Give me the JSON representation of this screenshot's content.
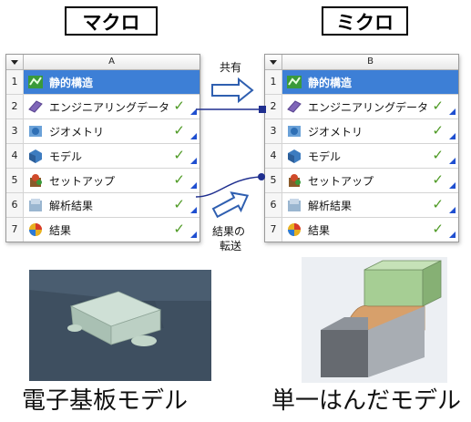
{
  "titles": {
    "macro": "マクロ",
    "micro": "ミクロ"
  },
  "left_system": {
    "column": "A",
    "rows": [
      {
        "num": "1",
        "label": "静的構造",
        "icon": "static-structural-icon",
        "selected": true,
        "status": ""
      },
      {
        "num": "2",
        "label": "エンジニアリングデータ",
        "icon": "engineering-data-icon",
        "status": "✓"
      },
      {
        "num": "3",
        "label": "ジオメトリ",
        "icon": "geometry-icon",
        "status": "✓"
      },
      {
        "num": "4",
        "label": "モデル",
        "icon": "model-icon",
        "status": "✓"
      },
      {
        "num": "5",
        "label": "セットアップ",
        "icon": "setup-icon",
        "status": "✓"
      },
      {
        "num": "6",
        "label": "解析結果",
        "icon": "solution-icon",
        "status": "✓"
      },
      {
        "num": "7",
        "label": "結果",
        "icon": "results-icon",
        "status": "✓"
      }
    ]
  },
  "right_system": {
    "column": "B",
    "rows": [
      {
        "num": "1",
        "label": "静的構造",
        "icon": "static-structural-icon",
        "selected": true,
        "status": ""
      },
      {
        "num": "2",
        "label": "エンジニアリングデータ",
        "icon": "engineering-data-icon",
        "status": "✓"
      },
      {
        "num": "3",
        "label": "ジオメトリ",
        "icon": "geometry-icon",
        "status": "✓"
      },
      {
        "num": "4",
        "label": "モデル",
        "icon": "model-icon",
        "status": "✓"
      },
      {
        "num": "5",
        "label": "セットアップ",
        "icon": "setup-icon",
        "status": "✓"
      },
      {
        "num": "6",
        "label": "解析結果",
        "icon": "solution-icon",
        "status": "✓"
      },
      {
        "num": "7",
        "label": "結果",
        "icon": "results-icon",
        "status": "✓"
      }
    ]
  },
  "links": {
    "share_label": "共有",
    "transfer_label_line1": "結果の",
    "transfer_label_line2": "転送"
  },
  "captions": {
    "left": "電子基板モデル",
    "right": "単一はんだモデル"
  },
  "colors": {
    "selected_row": "#3d7fd6",
    "check": "#4e9a24",
    "link_line": "#1f2f8f",
    "arrow_outline": "#2f5fb0"
  }
}
